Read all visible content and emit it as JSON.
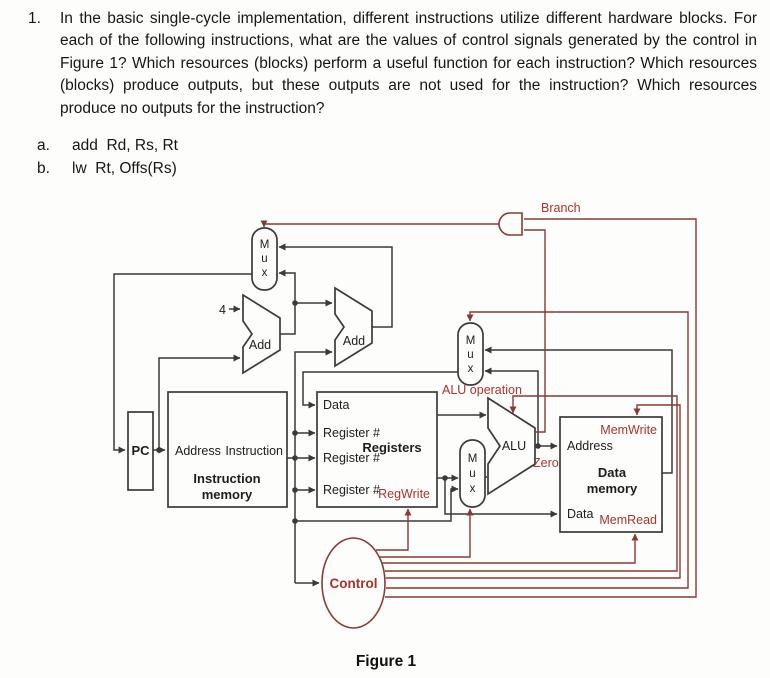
{
  "question": {
    "number": "1.",
    "body": "In the basic single-cycle implementation, different instructions utilize different hardware blocks. For each of the following instructions, what are the values of control signals generated by the control in Figure 1? Which resources (blocks) perform a useful function for each instruction? Which resources (blocks) produce outputs, but these outputs are not used for the instruction? Which resources produce no outputs for the instruction?",
    "parts": [
      {
        "label": "a.",
        "code": "add  Rd, Rs, Rt"
      },
      {
        "label": "b.",
        "code": "lw  Rt, Offs(Rs)"
      }
    ]
  },
  "figure": {
    "caption": "Figure 1",
    "constant_four": "4",
    "mux": [
      "M",
      "u",
      "x"
    ],
    "blocks": {
      "pc": "PC",
      "add": "Add",
      "alu": "ALU",
      "control": "Control",
      "instruction_memory": {
        "address": "Address",
        "instruction": "Instruction",
        "title1": "Instruction",
        "title2": "memory"
      },
      "registers": {
        "data": "Data",
        "register_hash": "Register #",
        "title": "Registers",
        "reg_write": "RegWrite"
      },
      "data_memory": {
        "address": "Address",
        "data": "Data",
        "title1": "Data",
        "title2": "memory",
        "mem_write": "MemWrite",
        "mem_read": "MemRead"
      }
    },
    "signals": {
      "branch": "Branch",
      "zero": "Zero",
      "alu_operation": "ALU operation"
    },
    "colors": {
      "wire": "#3a3a3a",
      "control": "#8a3a33",
      "control_label": "#a9332c"
    }
  }
}
